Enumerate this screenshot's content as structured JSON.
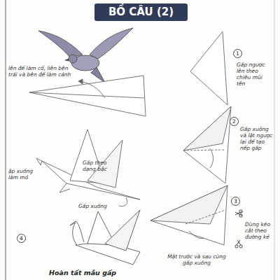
{
  "diagram": {
    "title": "BỒ CÂU (2)",
    "labels": [
      "1",
      "Gấp ngược lên theo chiều mũi tên",
      "2",
      "Gấp xuống và lật ngược lại để tạo nếp gấp",
      "3",
      "Dùng kéo cắt theo đường kẻ",
      "Mặt trước và sau cùng gấp xuống",
      "lên để làm cổ, liên bên trái và bên để làm cánh",
      "Gấp theo dạng bậc",
      "ập xuống làm mỏ",
      "Gấp xuống",
      "4",
      "Hoàn tất mẫu gấp"
    ]
  }
}
